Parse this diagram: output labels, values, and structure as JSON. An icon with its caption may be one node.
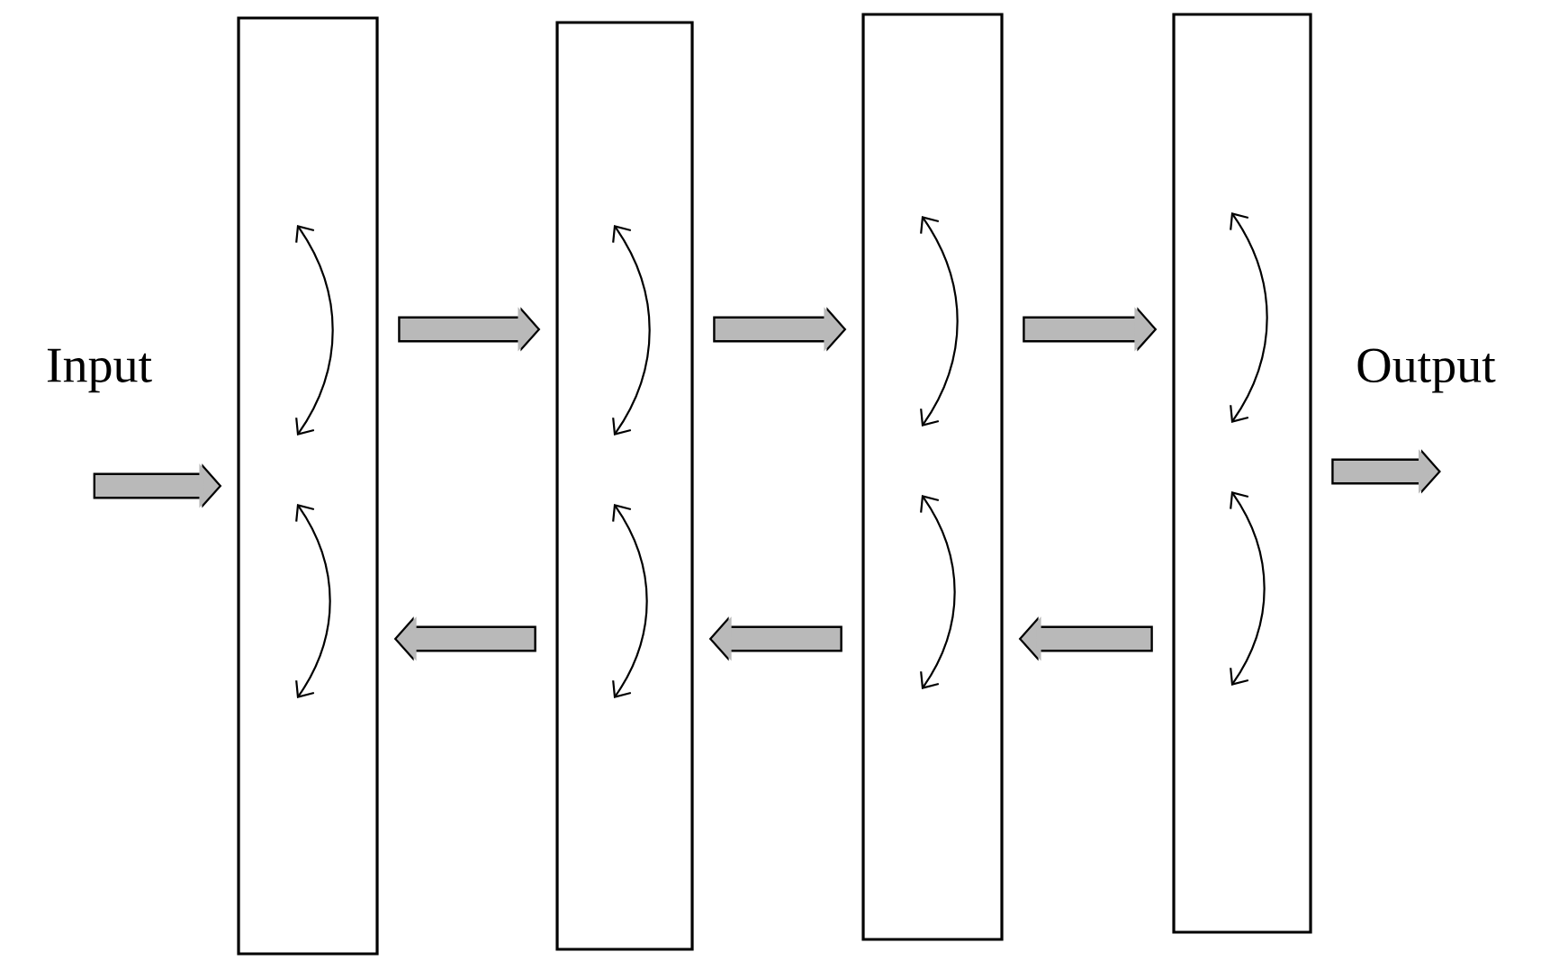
{
  "diagram": {
    "nodes": [
      {
        "text": [],
        "shape": "bar"
      },
      {
        "text": [],
        "shape": "bar"
      },
      {
        "text": [],
        "shape": "bar"
      },
      {
        "text": [],
        "shape": "bar"
      }
    ],
    "edges": [
      {
        "from": null,
        "to": 0,
        "arrow": "to"
      },
      {
        "from": 0,
        "to": 1,
        "arrow": "to"
      },
      {
        "from": 1,
        "to": 2,
        "arrow": "to"
      },
      {
        "from": 2,
        "to": 3,
        "arrow": "to"
      },
      {
        "from": 3,
        "to": 2,
        "arrow": "to"
      },
      {
        "from": 2,
        "to": 1,
        "arrow": "to"
      },
      {
        "from": 1,
        "to": 0,
        "arrow": "to"
      },
      {
        "from": 3,
        "to": null,
        "arrow": "to"
      }
    ],
    "labels": [
      "Input",
      "Output"
    ]
  }
}
